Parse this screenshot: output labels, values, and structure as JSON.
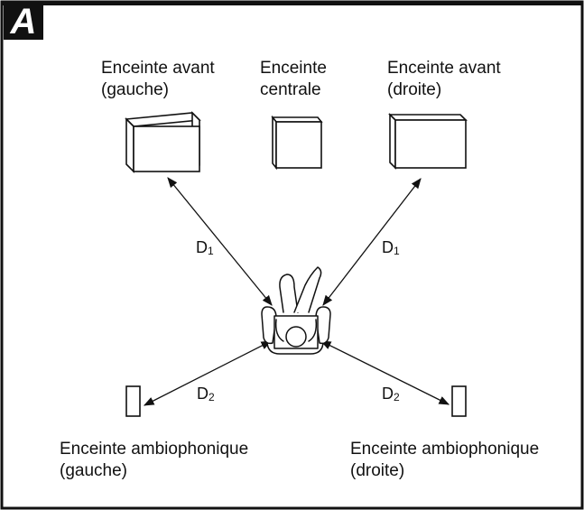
{
  "figure": {
    "badge": "A"
  },
  "speakers": {
    "front_left": {
      "line1": "Enceinte avant",
      "line2": "(gauche)"
    },
    "center": {
      "line1": "Enceinte",
      "line2": "centrale"
    },
    "front_right": {
      "line1": "Enceinte avant",
      "line2": "(droite)"
    },
    "surround_left": {
      "line1": "Enceinte ambiophonique",
      "line2": "(gauche)"
    },
    "surround_right": {
      "line1": "Enceinte ambiophonique",
      "line2": "(droite)"
    }
  },
  "distances": {
    "d1": {
      "letter": "D",
      "sub": "1"
    },
    "d2": {
      "letter": "D",
      "sub": "2"
    }
  }
}
